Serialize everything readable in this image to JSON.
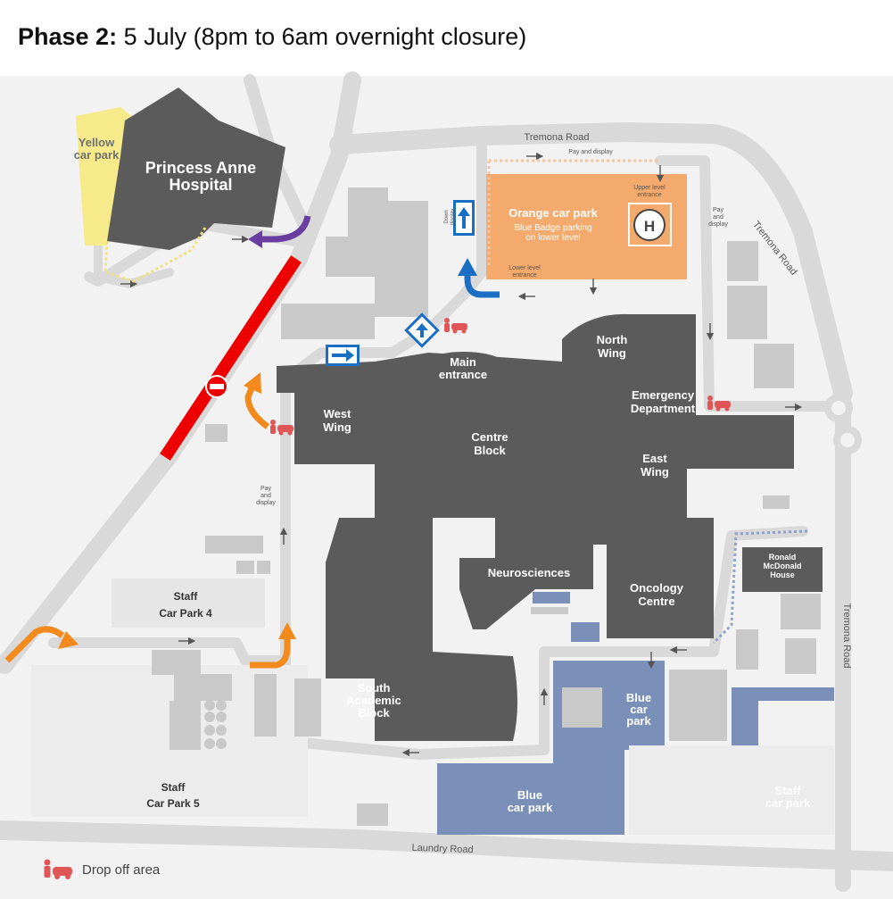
{
  "header": {
    "phase_label": "Phase 2:",
    "phase_desc": "5 July (8pm to 6am overnight closure)"
  },
  "buildings": {
    "princess_anne": [
      "Princess Anne",
      "Hospital"
    ],
    "west_wing": [
      "West",
      "Wing"
    ],
    "main_entrance": [
      "Main",
      "entrance"
    ],
    "north_wing": [
      "North",
      "Wing"
    ],
    "emergency": [
      "Emergency",
      "Department"
    ],
    "centre_block": [
      "Centre",
      "Block"
    ],
    "east_wing": [
      "East",
      "Wing"
    ],
    "neurosciences": "Neurosciences",
    "oncology": [
      "Oncology",
      "Centre"
    ],
    "ronald_mcdonald": [
      "Ronald",
      "McDonald",
      "House"
    ],
    "south_academic": [
      "South",
      "Academic",
      "Block"
    ]
  },
  "car_parks": {
    "yellow": [
      "Yellow",
      "car park"
    ],
    "orange": "Orange car park",
    "orange_sub": [
      "Blue Badge parking",
      "on lower level"
    ],
    "upper_entrance": [
      "Upper level",
      "entrance"
    ],
    "lower_entrance": [
      "Lower level",
      "entrance"
    ],
    "staff4": [
      "Staff",
      "Car Park 4"
    ],
    "staff5": [
      "Staff",
      "Car Park 5"
    ],
    "blue_right": [
      "Blue",
      "car",
      "park"
    ],
    "blue_bottom": [
      "Blue",
      "car park"
    ],
    "staff_right": [
      "Staff",
      "car park"
    ]
  },
  "roads": {
    "tremona_top": "Tremona Road",
    "tremona_diag": "Tremona Road",
    "tremona_right": "Tremona Road",
    "laundry": "Laundry Road"
  },
  "signs": {
    "pay_display_top": "Pay and display",
    "pay_display_right": [
      "Pay",
      "and",
      "display"
    ],
    "pay_display_left": [
      "Pay",
      "and",
      "display"
    ],
    "down_display": [
      "Down",
      "display"
    ],
    "helipad": "H"
  },
  "legend": {
    "drop_off": "Drop off area"
  },
  "colors": {
    "closed_road": "#ee0000",
    "orange_route": "#f28a1e",
    "blue_route": "#1a6fc4",
    "purple_route": "#6a3ea1",
    "building": "#5b5b5b",
    "orange_park": "#f4aa6c",
    "yellow_park": "#f7ea8a",
    "blue_park": "#7b90b8",
    "road": "#dcdcdc",
    "drop_off_icon": "#e05555"
  }
}
